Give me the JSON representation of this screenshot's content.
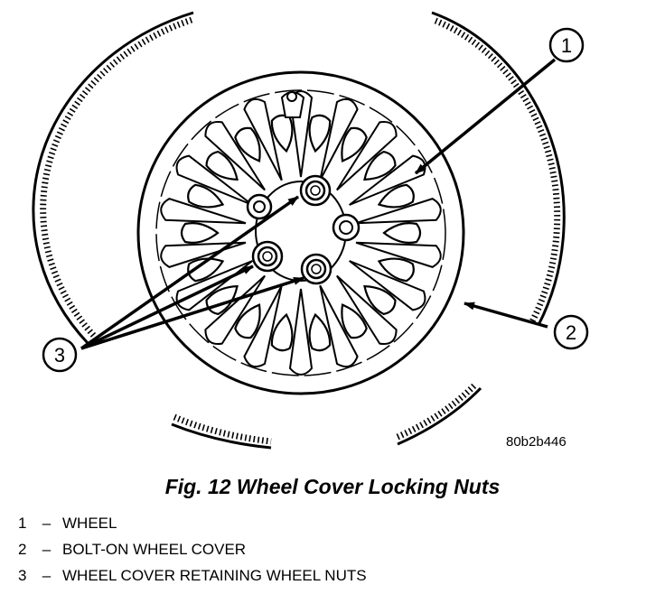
{
  "figure": {
    "code": "80b2b446",
    "caption": "Fig. 12 Wheel Cover Locking Nuts"
  },
  "callouts": [
    {
      "number": "1"
    },
    {
      "number": "2"
    },
    {
      "number": "3"
    }
  ],
  "legend": [
    {
      "number": "1",
      "separator": "–",
      "label": "WHEEL"
    },
    {
      "number": "2",
      "separator": "–",
      "label": "BOLT-ON WHEEL COVER"
    },
    {
      "number": "3",
      "separator": "–",
      "label": "WHEEL COVER RETAINING WHEEL NUTS"
    }
  ]
}
